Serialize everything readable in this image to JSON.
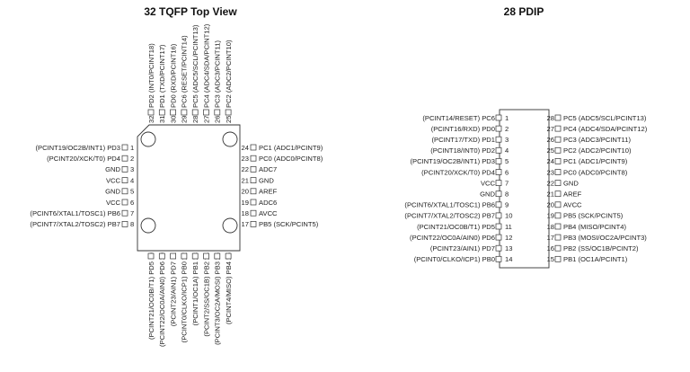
{
  "tqfp": {
    "title": "32 TQFP Top View",
    "left": [
      [
        "1",
        "(PCINT19/OC2B/INT1) PD3"
      ],
      [
        "2",
        "(PCINT20/XCK/T0) PD4"
      ],
      [
        "3",
        "GND"
      ],
      [
        "4",
        "VCC"
      ],
      [
        "5",
        "GND"
      ],
      [
        "6",
        "VCC"
      ],
      [
        "7",
        "(PCINT6/XTAL1/TOSC1) PB6"
      ],
      [
        "8",
        "(PCINT7/XTAL2/TOSC2) PB7"
      ]
    ],
    "bottom": [
      [
        "9",
        "(PCINT21/OC0B/T1) PD5"
      ],
      [
        "10",
        "(PCINT22/OC0A/AIN0) PD6"
      ],
      [
        "11",
        "(PCINT23/AIN1) PD7"
      ],
      [
        "12",
        "(PCINT0/CLKO/ICP1) PB0"
      ],
      [
        "13",
        "(PCINT1/OC1A) PB1"
      ],
      [
        "14",
        "(PCINT2/SS/OC1B) PB2"
      ],
      [
        "15",
        "(PCINT3/OC2A/MOSI) PB3"
      ],
      [
        "16",
        "(PCINT4/MISO) PB4"
      ]
    ],
    "right": [
      [
        "24",
        "PC1 (ADC1/PCINT9)"
      ],
      [
        "23",
        "PC0 (ADC0/PCINT8)"
      ],
      [
        "22",
        "ADC7"
      ],
      [
        "21",
        "GND"
      ],
      [
        "20",
        "AREF"
      ],
      [
        "19",
        "ADC6"
      ],
      [
        "18",
        "AVCC"
      ],
      [
        "17",
        "PB5 (SCK/PCINT5)"
      ]
    ],
    "top": [
      [
        "32",
        "PD2 (INT0/PCINT18)"
      ],
      [
        "31",
        "PD1 (TXD/PCINT17)"
      ],
      [
        "30",
        "PD0 (RXD/PCINT16)"
      ],
      [
        "29",
        "PC6 (RESET/PCINT14)"
      ],
      [
        "28",
        "PC5 (ADC5/SCL/PCINT13)"
      ],
      [
        "27",
        "PC4 (ADC4/SDA/PCINT12)"
      ],
      [
        "26",
        "PC3 (ADC3/PCINT11)"
      ],
      [
        "25",
        "PC2 (ADC2/PCINT10)"
      ]
    ]
  },
  "pdip": {
    "title": "28 PDIP",
    "left": [
      [
        "1",
        "(PCINT14/RESET) PC6"
      ],
      [
        "2",
        "(PCINT16/RXD) PD0"
      ],
      [
        "3",
        "(PCINT17/TXD) PD1"
      ],
      [
        "4",
        "(PCINT18/INT0) PD2"
      ],
      [
        "5",
        "(PCINT19/OC2B/INT1) PD3"
      ],
      [
        "6",
        "(PCINT20/XCK/T0) PD4"
      ],
      [
        "7",
        "VCC"
      ],
      [
        "8",
        "GND"
      ],
      [
        "9",
        "(PCINT6/XTAL1/TOSC1) PB6"
      ],
      [
        "10",
        "(PCINT7/XTAL2/TOSC2) PB7"
      ],
      [
        "11",
        "(PCINT21/OC0B/T1) PD5"
      ],
      [
        "12",
        "(PCINT22/OC0A/AIN0) PD6"
      ],
      [
        "13",
        "(PCINT23/AIN1) PD7"
      ],
      [
        "14",
        "(PCINT0/CLKO/ICP1) PB0"
      ]
    ],
    "right": [
      [
        "28",
        "PC5 (ADC5/SCL/PCINT13)"
      ],
      [
        "27",
        "PC4 (ADC4/SDA/PCINT12)"
      ],
      [
        "26",
        "PC3 (ADC3/PCINT11)"
      ],
      [
        "25",
        "PC2 (ADC2/PCINT10)"
      ],
      [
        "24",
        "PC1 (ADC1/PCINT9)"
      ],
      [
        "23",
        "PC0 (ADC0/PCINT8)"
      ],
      [
        "22",
        "GND"
      ],
      [
        "21",
        "AREF"
      ],
      [
        "20",
        "AVCC"
      ],
      [
        "19",
        "PB5 (SCK/PCINT5)"
      ],
      [
        "18",
        "PB4 (MISO/PCINT4)"
      ],
      [
        "17",
        "PB3 (MOSI/OC2A/PCINT3)"
      ],
      [
        "16",
        "PB2 (SS/OC1B/PCINT2)"
      ],
      [
        "15",
        "PB1 (OC1A/PCINT1)"
      ]
    ]
  }
}
